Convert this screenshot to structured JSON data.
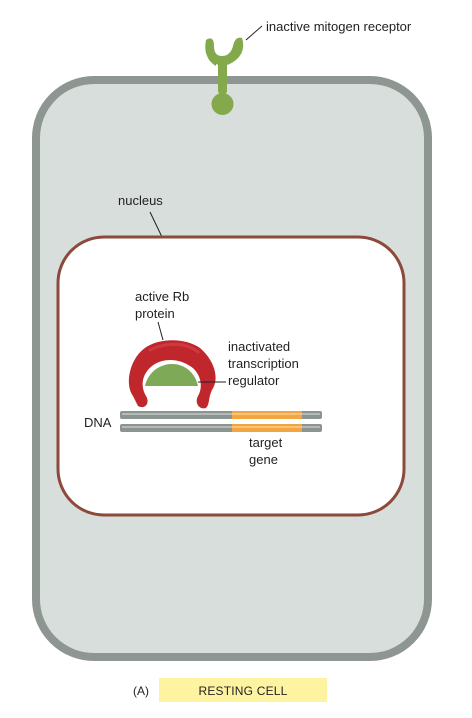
{
  "labels": {
    "receptor": "inactive mitogen receptor",
    "nucleus": "nucleus",
    "rb_line1": "active Rb",
    "rb_line2": "protein",
    "tr_line1": "inactivated",
    "tr_line2": "transcription",
    "tr_line3": "regulator",
    "dna": "DNA",
    "gene_line1": "target",
    "gene_line2": "gene"
  },
  "caption": {
    "panel": "(A)",
    "title": "RESTING CELL"
  },
  "colors": {
    "cell_fill": "#d8dedb",
    "cell_border": "#8e9692",
    "nucleus_border": "#8b4a3a",
    "nucleus_fill": "#ffffff",
    "receptor": "#84a94c",
    "rb_protein": "#c0272d",
    "transcription_regulator": "#7ea957",
    "dna_strand": "#8b9491",
    "target_gene": "#f2a541",
    "caption_bar": "#fdf3a0"
  }
}
